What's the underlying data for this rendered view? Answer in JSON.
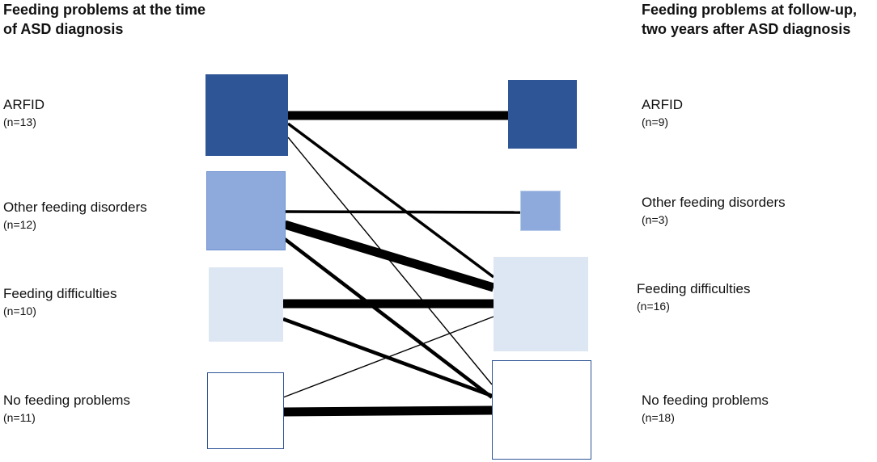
{
  "left_column": {
    "title": "Feeding problems at the time of ASD diagnosis",
    "groups": [
      {
        "label": "ARFID",
        "count": "(n=13)",
        "fill": "#2e5596",
        "stroke": "#2e5596"
      },
      {
        "label": "Other feeding disorders",
        "count": "(n=12)",
        "fill": "#8eaadc",
        "stroke": "#6f92cf"
      },
      {
        "label": "Feeding difficulties",
        "count": "(n=10)",
        "fill": "#dde7f3",
        "stroke": "#dde7f3"
      },
      {
        "label": "No feeding problems",
        "count": "(n=11)",
        "fill": "#ffffff",
        "stroke": "#2e5596"
      }
    ]
  },
  "right_column": {
    "title": "Feeding problems at follow-up, two years after ASD diagnosis",
    "groups": [
      {
        "label": "ARFID",
        "count": "(n=9)",
        "fill": "#2e5596",
        "stroke": "#2e5596"
      },
      {
        "label": "Other feeding disorders",
        "count": "(n=3)",
        "fill": "#8eaadc",
        "stroke": "#b9cdea"
      },
      {
        "label": "Feeding difficulties",
        "count": "(n=16)",
        "fill": "#dde7f3",
        "stroke": "#dde7f3"
      },
      {
        "label": "No feeding problems",
        "count": "(n=18)",
        "fill": "#ffffff",
        "stroke": "#2e5596"
      }
    ]
  },
  "transitions": [
    {
      "from": 0,
      "to": 0,
      "weight": "heavy"
    },
    {
      "from": 0,
      "to": 2,
      "weight": "thin"
    },
    {
      "from": 0,
      "to": 3,
      "weight": "hairline"
    },
    {
      "from": 1,
      "to": 1,
      "weight": "thin"
    },
    {
      "from": 1,
      "to": 2,
      "weight": "heavy"
    },
    {
      "from": 1,
      "to": 3,
      "weight": "medium"
    },
    {
      "from": 2,
      "to": 2,
      "weight": "heavy"
    },
    {
      "from": 2,
      "to": 3,
      "weight": "medium"
    },
    {
      "from": 3,
      "to": 2,
      "weight": "hairline"
    },
    {
      "from": 3,
      "to": 3,
      "weight": "heavy"
    }
  ]
}
